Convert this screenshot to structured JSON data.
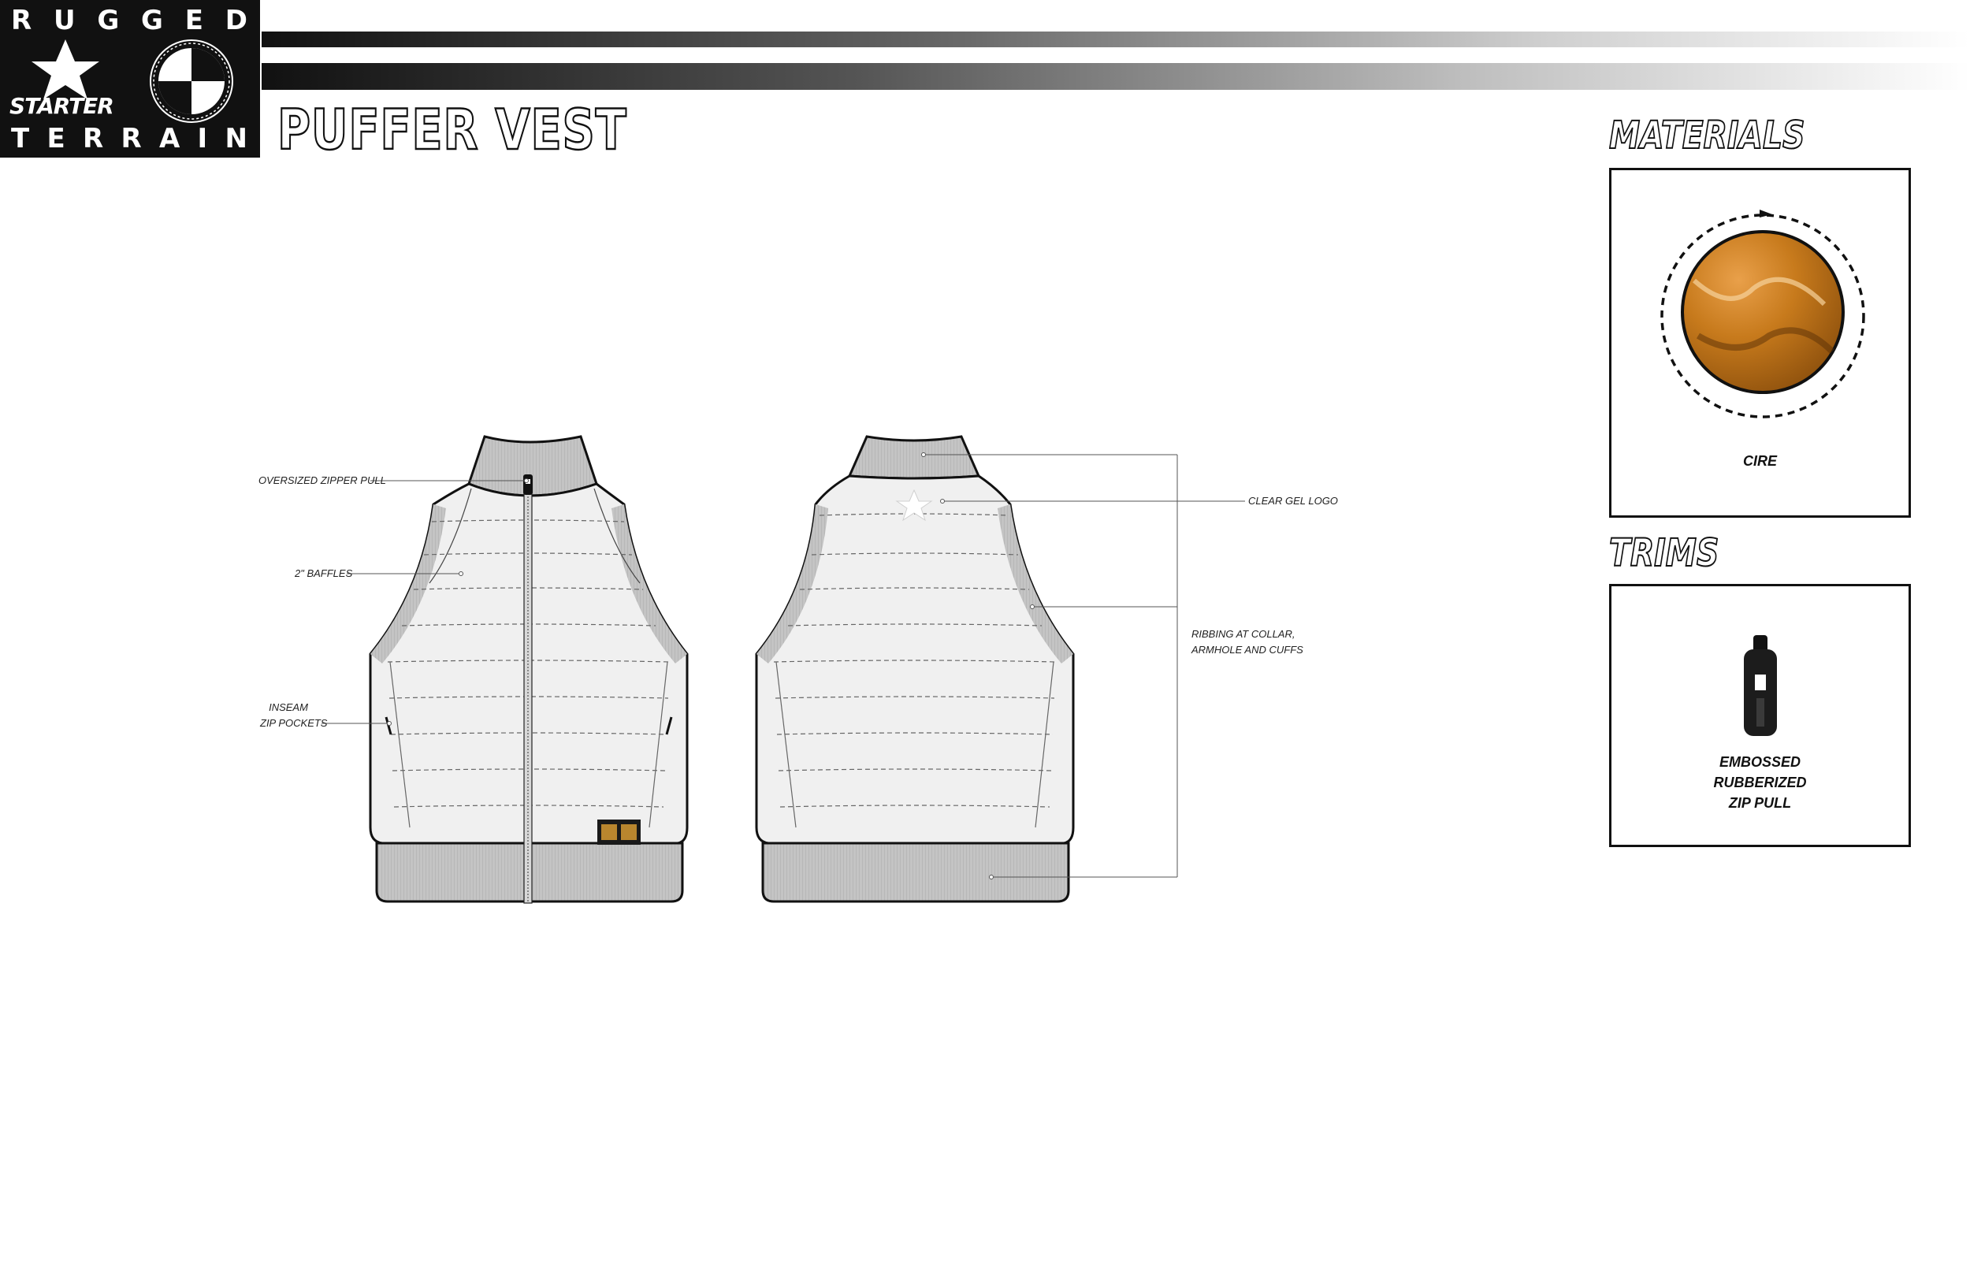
{
  "brand": {
    "top_word": [
      "R",
      "U",
      "G",
      "G",
      "E",
      "D"
    ],
    "bottom_word": [
      "T",
      "E",
      "R",
      "R",
      "A",
      "I",
      "N"
    ],
    "starter": "STARTER"
  },
  "title": "PUFFER VEST",
  "materials": {
    "heading": "MATERIALS",
    "label": "CIRE",
    "swatch_color": "#c77a1c"
  },
  "trims": {
    "heading": "TRIMS",
    "label_lines": [
      "EMBOSSED",
      "RUBBERIZED",
      "ZIP PULL"
    ]
  },
  "callouts": {
    "zipper_pull": "OVERSIZED ZIPPER PULL",
    "baffles": "2\" BAFFLES",
    "pockets_line1": "INSEAM",
    "pockets_line2": "ZIP POCKETS",
    "gel_logo": "CLEAR GEL LOGO",
    "ribbing_line1": "RIBBING AT COLLAR,",
    "ribbing_line2": "ARMHOLE AND CUFFS"
  },
  "colors": {
    "ink": "#111111",
    "rib": "#c4c4c4",
    "body": "#f0f0f0"
  }
}
